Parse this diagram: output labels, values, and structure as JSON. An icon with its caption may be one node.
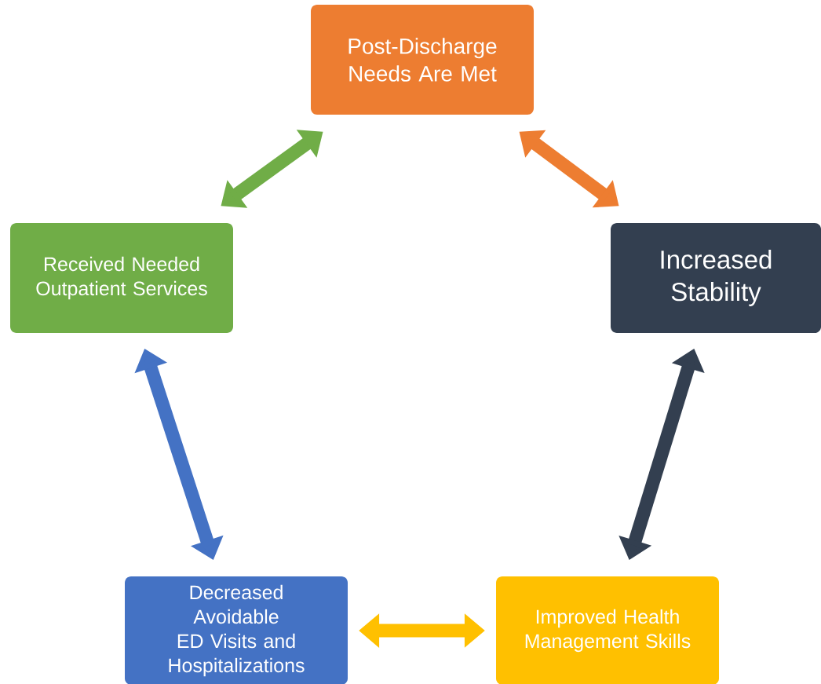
{
  "diagram": {
    "nodes": [
      {
        "text": [
          "Post-Discharge Needs Are Met"
        ]
      },
      {
        "text": [
          "Increased Stability"
        ]
      },
      {
        "text": [
          "Improved Health Management Skills"
        ]
      },
      {
        "text": [
          "Decreased Avoidable ED Visits and Hospitalizations"
        ]
      },
      {
        "text": [
          "Received Needed Outpatient Services"
        ]
      }
    ],
    "edges": [
      {
        "from": 0,
        "to": 1,
        "arrow": "both",
        "color": "#ed7d31"
      },
      {
        "from": 1,
        "to": 2,
        "arrow": "both",
        "color": "#333f50"
      },
      {
        "from": 2,
        "to": 3,
        "arrow": "both",
        "color": "#ffc000"
      },
      {
        "from": 3,
        "to": 4,
        "arrow": "both",
        "color": "#4472c4"
      },
      {
        "from": 4,
        "to": 0,
        "arrow": "both",
        "color": "#70ad47"
      }
    ]
  }
}
